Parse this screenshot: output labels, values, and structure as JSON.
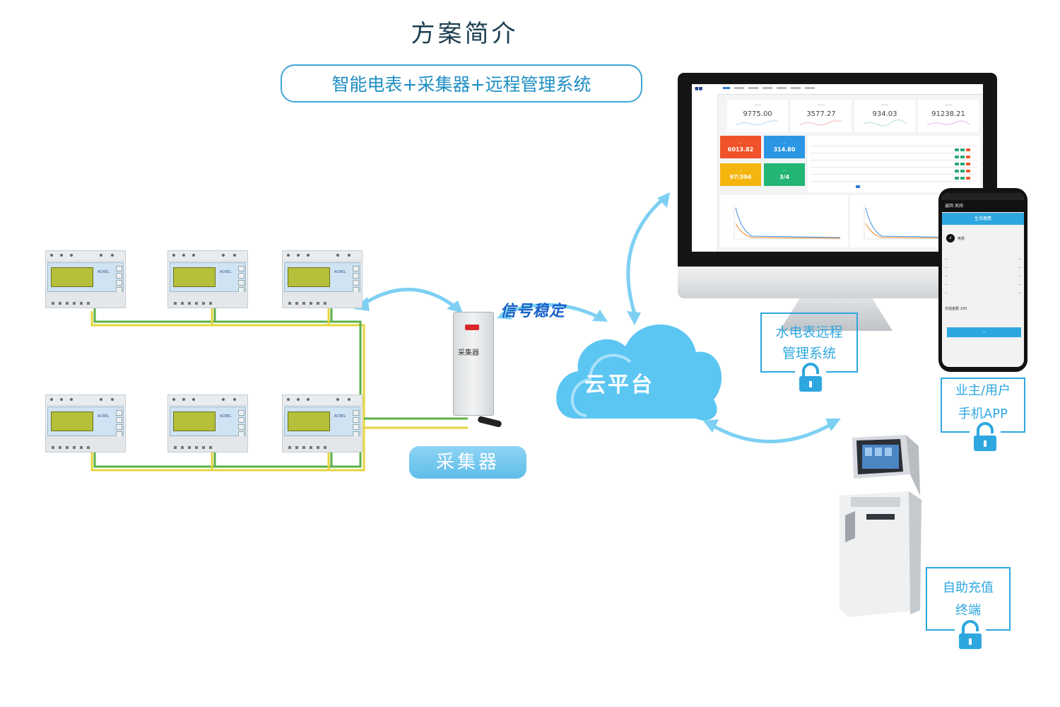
{
  "title": "方案简介",
  "subtitle": "智能电表+采集器+远程管理系统",
  "meter_brand": "ACREL",
  "collector": {
    "device_text": "采集器",
    "label": "采集器"
  },
  "signal_text": "信号稳定",
  "cloud_text": "云平台",
  "monitor": {
    "stats": [
      "9775.00",
      "3577.27",
      "934.03",
      "91238.21"
    ],
    "tiles": [
      "6013.82",
      "314.80",
      "97/394",
      "3/4"
    ]
  },
  "phone": {
    "nav_text": "返回 关闭",
    "header_text": "生活缴费",
    "item_text": "电费",
    "amount_label": "充值金额",
    "amount_value": "100"
  },
  "labels": {
    "system_line1": "水电表远程",
    "system_line2": "管理系统",
    "app_line1": "业主/用户",
    "app_line2": "手机APP",
    "kiosk_line1": "自助充值",
    "kiosk_line2": "终端"
  },
  "colors": {
    "accent": "#2ea7e0",
    "cloud": "#5cc6f2",
    "title": "#1b3d4f",
    "signal": "#1962c9",
    "tile_red": "#f0532a",
    "tile_blue": "#2b96e3",
    "tile_yellow": "#f5b50f",
    "tile_green": "#22b573"
  }
}
